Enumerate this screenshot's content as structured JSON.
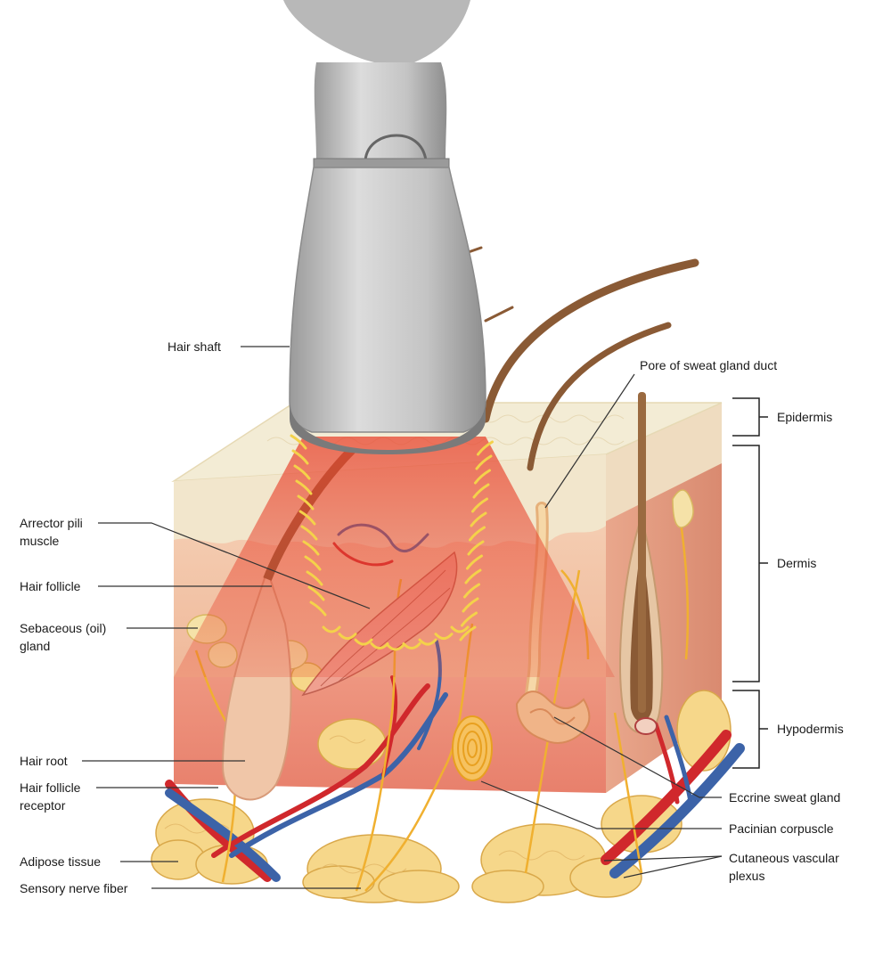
{
  "labels_left": {
    "hair_shaft": "Hair shaft",
    "arrector_pili_line1": "Arrector pili",
    "arrector_pili_line2": "muscle",
    "hair_follicle": "Hair follicle",
    "sebaceous_line1": "Sebaceous (oil)",
    "sebaceous_line2": "gland",
    "hair_root": "Hair root",
    "follicle_receptor_line1": "Hair follicle",
    "follicle_receptor_line2": "receptor",
    "adipose": "Adipose tissue",
    "sensory_nerve": "Sensory nerve fiber"
  },
  "labels_right": {
    "pore": "Pore of sweat gland duct",
    "epidermis": "Epidermis",
    "dermis": "Dermis",
    "hypodermis": "Hypodermis",
    "eccrine": "Eccrine sweat gland",
    "pacinian": "Pacinian corpuscle",
    "vascular_line1": "Cutaneous vascular",
    "vascular_line2": "plexus"
  },
  "colors": {
    "device_body": "#c9c9c9",
    "laser_beam": "#e8452f",
    "pulse_arcs": "#f4d24a",
    "epidermis": "#f2ead2",
    "dermis": "#f3c7a6",
    "hypodermis": "#f0a088",
    "adipose": "#f6d78a",
    "artery": "#d0282c",
    "vein": "#3c63a8",
    "nerve": "#f0b030",
    "hair": "#8a5a35"
  },
  "icons": [
    "laser-handpiece-icon"
  ]
}
